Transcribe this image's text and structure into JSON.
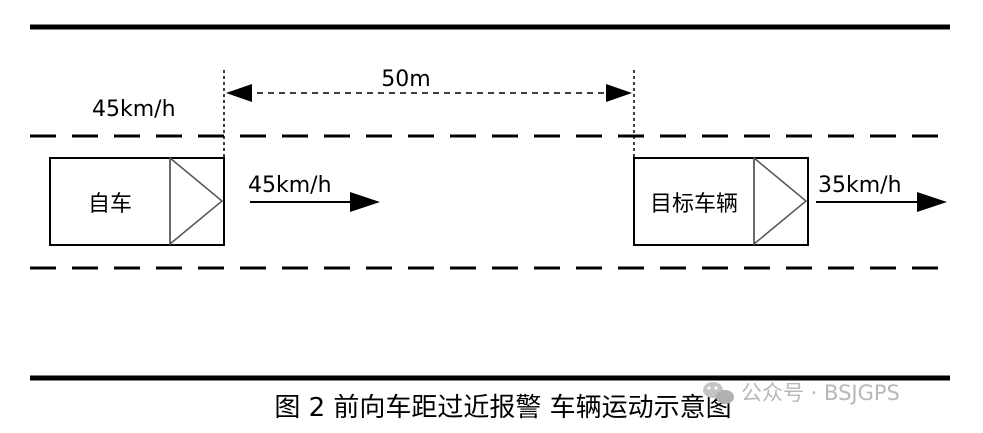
{
  "diagram": {
    "distance_label": "50m",
    "ego_vehicle": {
      "label": "自车",
      "speed_top": "45km/h",
      "speed_arrow": "45km/h"
    },
    "target_vehicle": {
      "label": "目标车辆",
      "speed_arrow": "35km/h"
    },
    "caption": "图 2 前向车距过近报警 车辆运动示意图"
  },
  "watermark": {
    "text": "公众号 · BSJGPS",
    "icon": "wechat-icon"
  }
}
